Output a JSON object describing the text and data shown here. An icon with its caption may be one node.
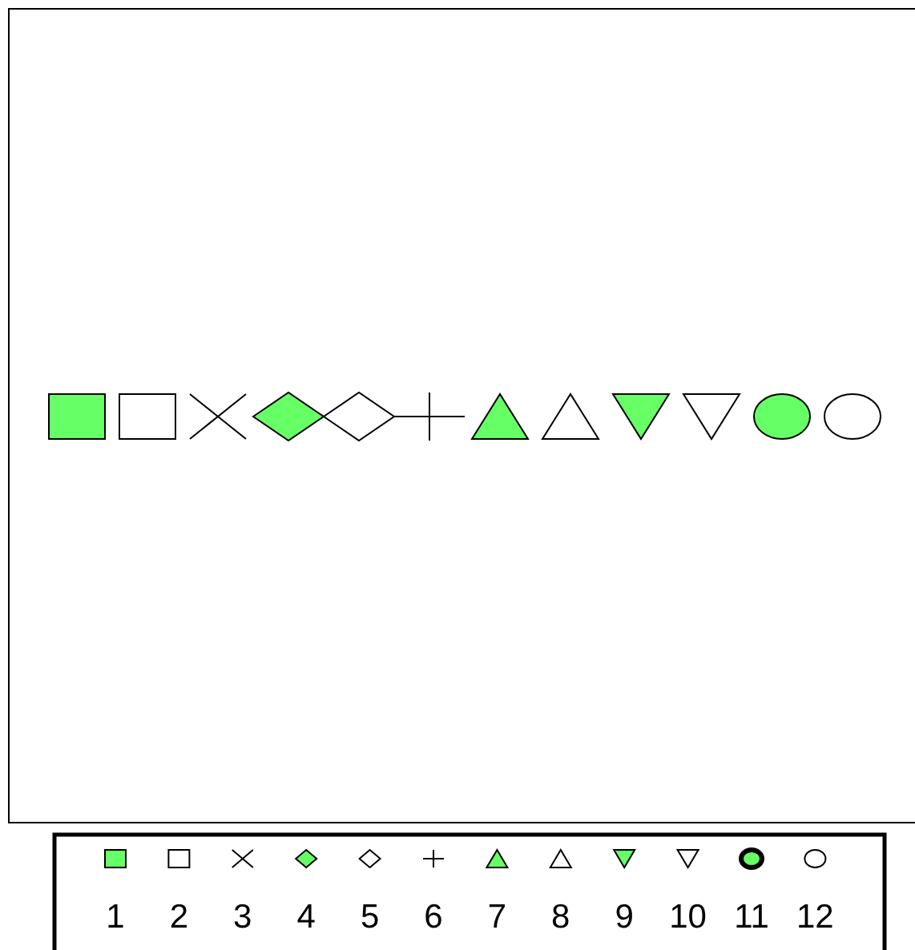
{
  "diagram": {
    "legend": [
      {
        "text": "1"
      },
      {
        "text": "2"
      },
      {
        "text": "3"
      },
      {
        "text": "4"
      },
      {
        "text": "5"
      },
      {
        "text": "6"
      },
      {
        "text": "7"
      },
      {
        "text": "8"
      },
      {
        "text": "9"
      },
      {
        "text": "10"
      },
      {
        "text": "11"
      },
      {
        "text": "12"
      }
    ]
  }
}
